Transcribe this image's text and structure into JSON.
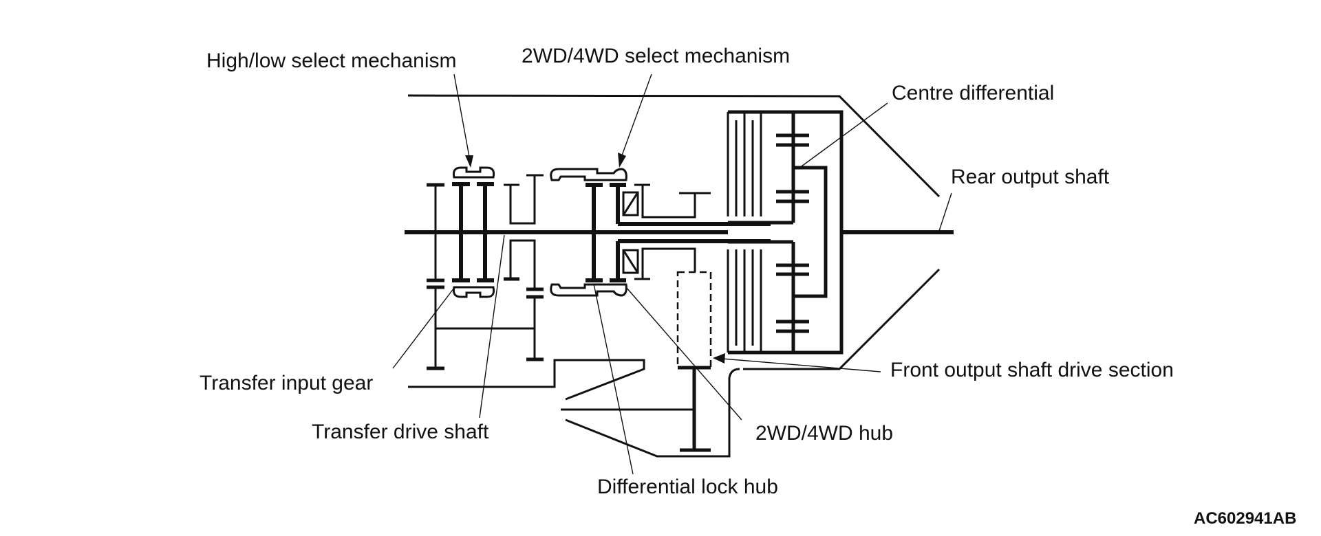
{
  "figure": {
    "title": "Transfer case power flow schematic",
    "code": "AC602941AB",
    "colors": {
      "line": "#111111",
      "background": "#ffffff"
    }
  },
  "labels": {
    "high_low_select": "High/low select mechanism",
    "twowd_fourwd_select": "2WD/4WD select mechanism",
    "centre_differential": "Centre differential",
    "rear_output_shaft": "Rear output shaft",
    "transfer_input_gear": "Transfer input gear",
    "transfer_drive_shaft": "Transfer drive shaft",
    "front_output_drive": "Front output shaft drive section",
    "twowd_fourwd_hub": "2WD/4WD hub",
    "differential_lock_hub": "Differential lock hub"
  }
}
